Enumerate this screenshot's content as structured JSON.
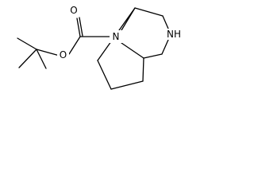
{
  "molecule": {
    "atoms": {
      "carbonyl_oxygen": "O",
      "ester_oxygen": "O",
      "bridge_nitrogen": "N",
      "ring_nitrogen": "NH"
    }
  }
}
